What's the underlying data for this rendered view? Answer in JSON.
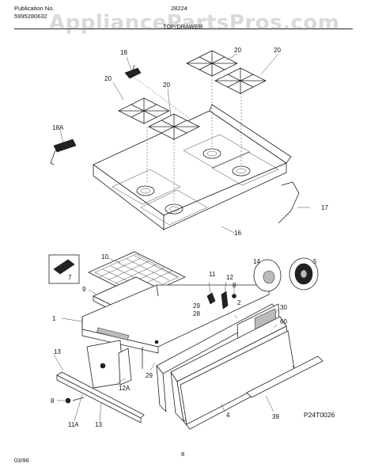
{
  "header": {
    "publication_label": "Publication No.",
    "publication_number": "5995280632",
    "model": "28224",
    "section_title": "TOP/DRAWER",
    "watermark": "AppliancePartsPros.com"
  },
  "callouts": [
    "18",
    "20",
    "20",
    "20",
    "20",
    "18A",
    "17",
    "16",
    "10",
    "7",
    "9",
    "11",
    "12",
    "8",
    "14",
    "5",
    "30",
    "60",
    "2",
    "1",
    "29",
    "28",
    "13",
    "29",
    "12A",
    "8",
    "11A",
    "13",
    "4",
    "39"
  ],
  "footer": {
    "figure_code": "P24T0026",
    "date": "03/96",
    "page_number": "8"
  }
}
